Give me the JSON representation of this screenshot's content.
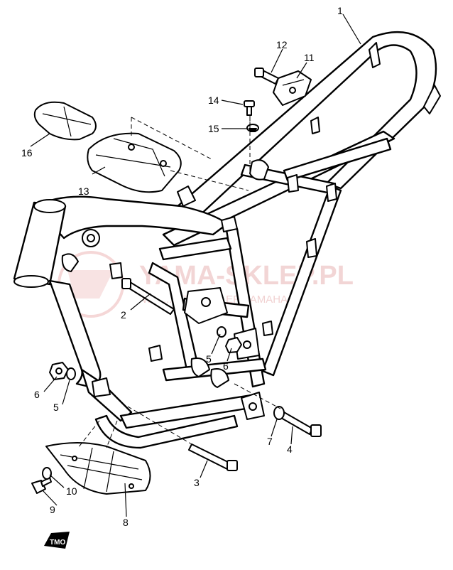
{
  "diagram": {
    "callouts": [
      {
        "id": "1",
        "label": "1"
      },
      {
        "id": "2",
        "label": "2"
      },
      {
        "id": "3",
        "label": "3"
      },
      {
        "id": "4",
        "label": "4"
      },
      {
        "id": "5a",
        "label": "5"
      },
      {
        "id": "5b",
        "label": "5"
      },
      {
        "id": "6a",
        "label": "6"
      },
      {
        "id": "6b",
        "label": "6"
      },
      {
        "id": "7",
        "label": "7"
      },
      {
        "id": "8",
        "label": "8"
      },
      {
        "id": "9",
        "label": "9"
      },
      {
        "id": "10",
        "label": "10"
      },
      {
        "id": "11",
        "label": "11"
      },
      {
        "id": "12",
        "label": "12"
      },
      {
        "id": "13",
        "label": "13"
      },
      {
        "id": "14",
        "label": "14"
      },
      {
        "id": "15",
        "label": "15"
      },
      {
        "id": "16",
        "label": "16"
      }
    ],
    "watermark": {
      "title": "YAMA-SKLEP.PL",
      "subtitle": "W... ...ICZ | DEALER YAMAHA",
      "color": "#e8b4b4"
    },
    "stamp": "TMO"
  }
}
